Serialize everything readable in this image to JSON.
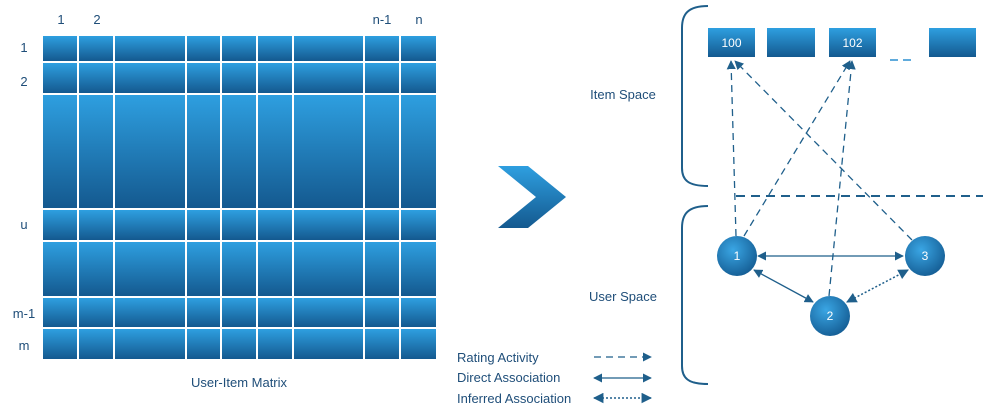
{
  "matrix": {
    "col_labels": [
      "1",
      "2",
      "n-1",
      "n"
    ],
    "row_labels": [
      "1",
      "2",
      "u",
      "m-1",
      "m"
    ],
    "caption": "User-Item Matrix"
  },
  "item_space": {
    "label": "Item Space",
    "items": [
      "100",
      "",
      "102",
      ""
    ],
    "ellipsis": "_ _"
  },
  "user_space": {
    "label": "User Space",
    "users": [
      "1",
      "2",
      "3"
    ]
  },
  "legend": {
    "rating_activity": "Rating Activity",
    "direct_association": "Direct Association",
    "inferred_association": "Inferred Association"
  },
  "colors": {
    "cell_top": "#2b9bdc",
    "cell_bottom": "#155f96",
    "line": "#1f5f8b",
    "text": "#1f4e79"
  }
}
